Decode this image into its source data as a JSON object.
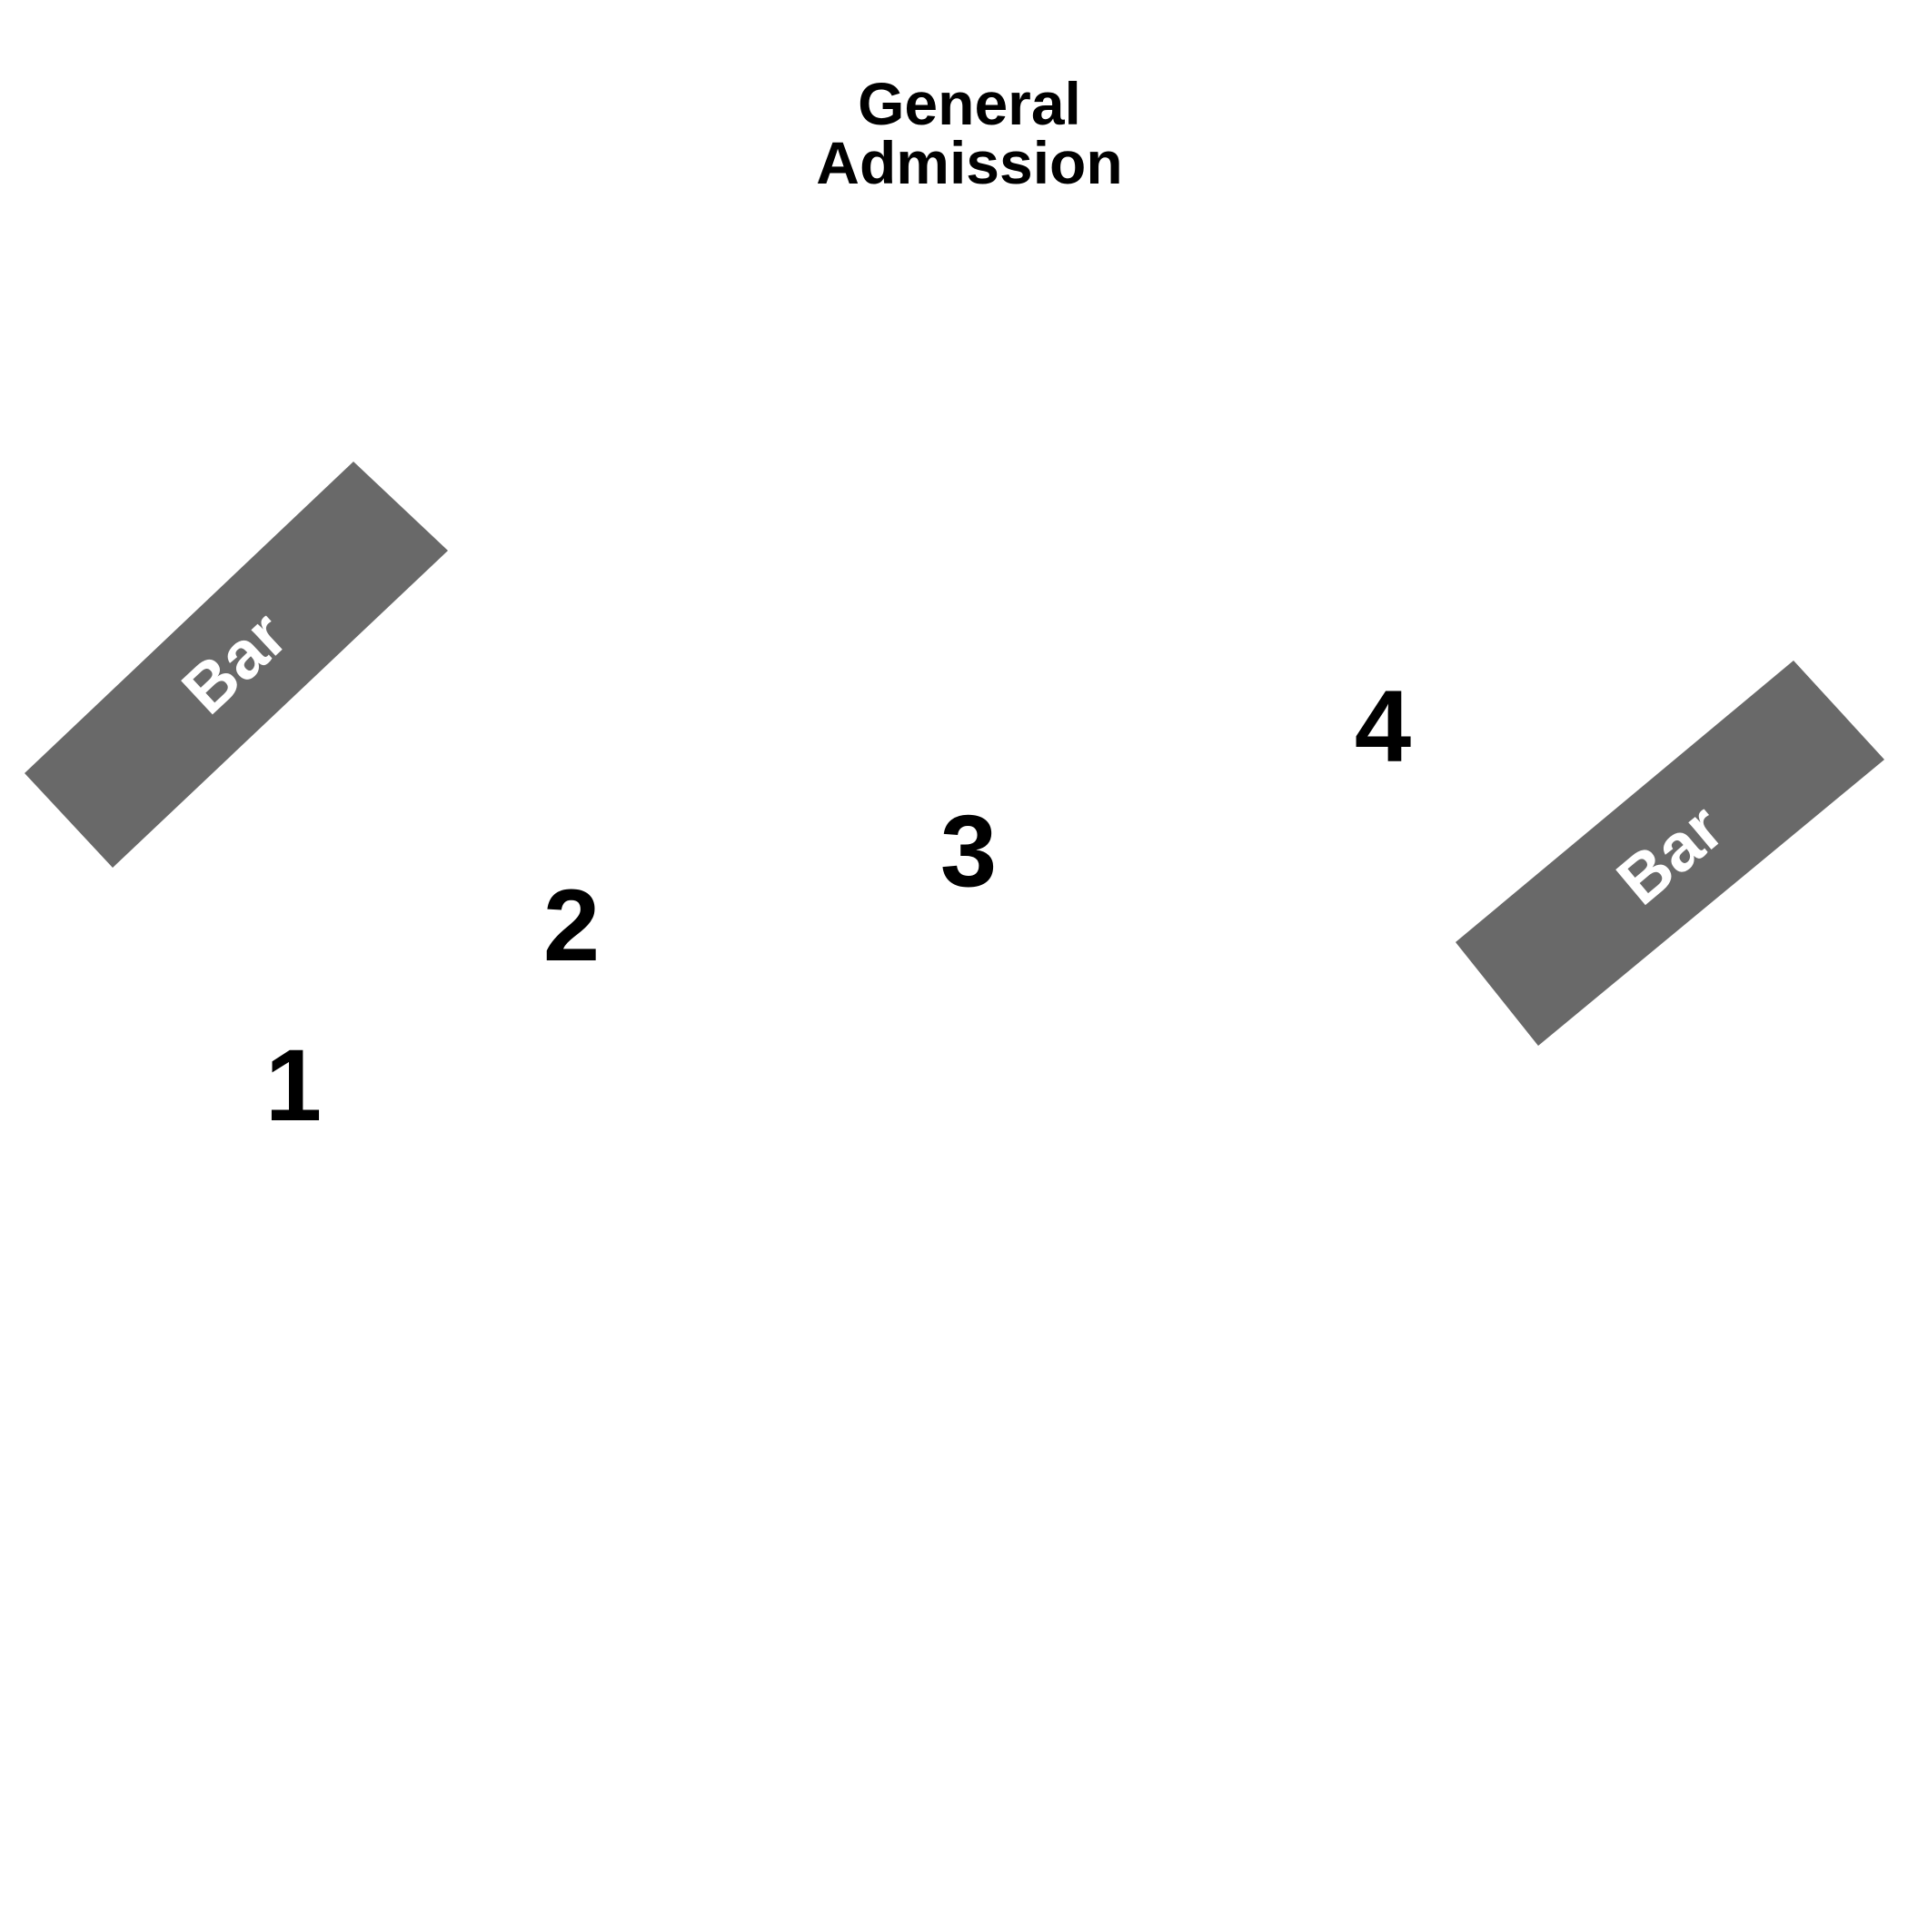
{
  "venue": {
    "colors": {
      "background": "#ffffff",
      "bar_fill": "#696969",
      "bar_text": "#ffffff",
      "label_text": "#000000"
    },
    "general_admission": {
      "line1": "General",
      "line2": "Admission"
    },
    "sections": [
      {
        "id": "1",
        "label": "1"
      },
      {
        "id": "2",
        "label": "2"
      },
      {
        "id": "3",
        "label": "3"
      },
      {
        "id": "4",
        "label": "4"
      }
    ],
    "bars": [
      {
        "id": "left",
        "label": "Bar"
      },
      {
        "id": "right",
        "label": "Bar"
      }
    ]
  }
}
